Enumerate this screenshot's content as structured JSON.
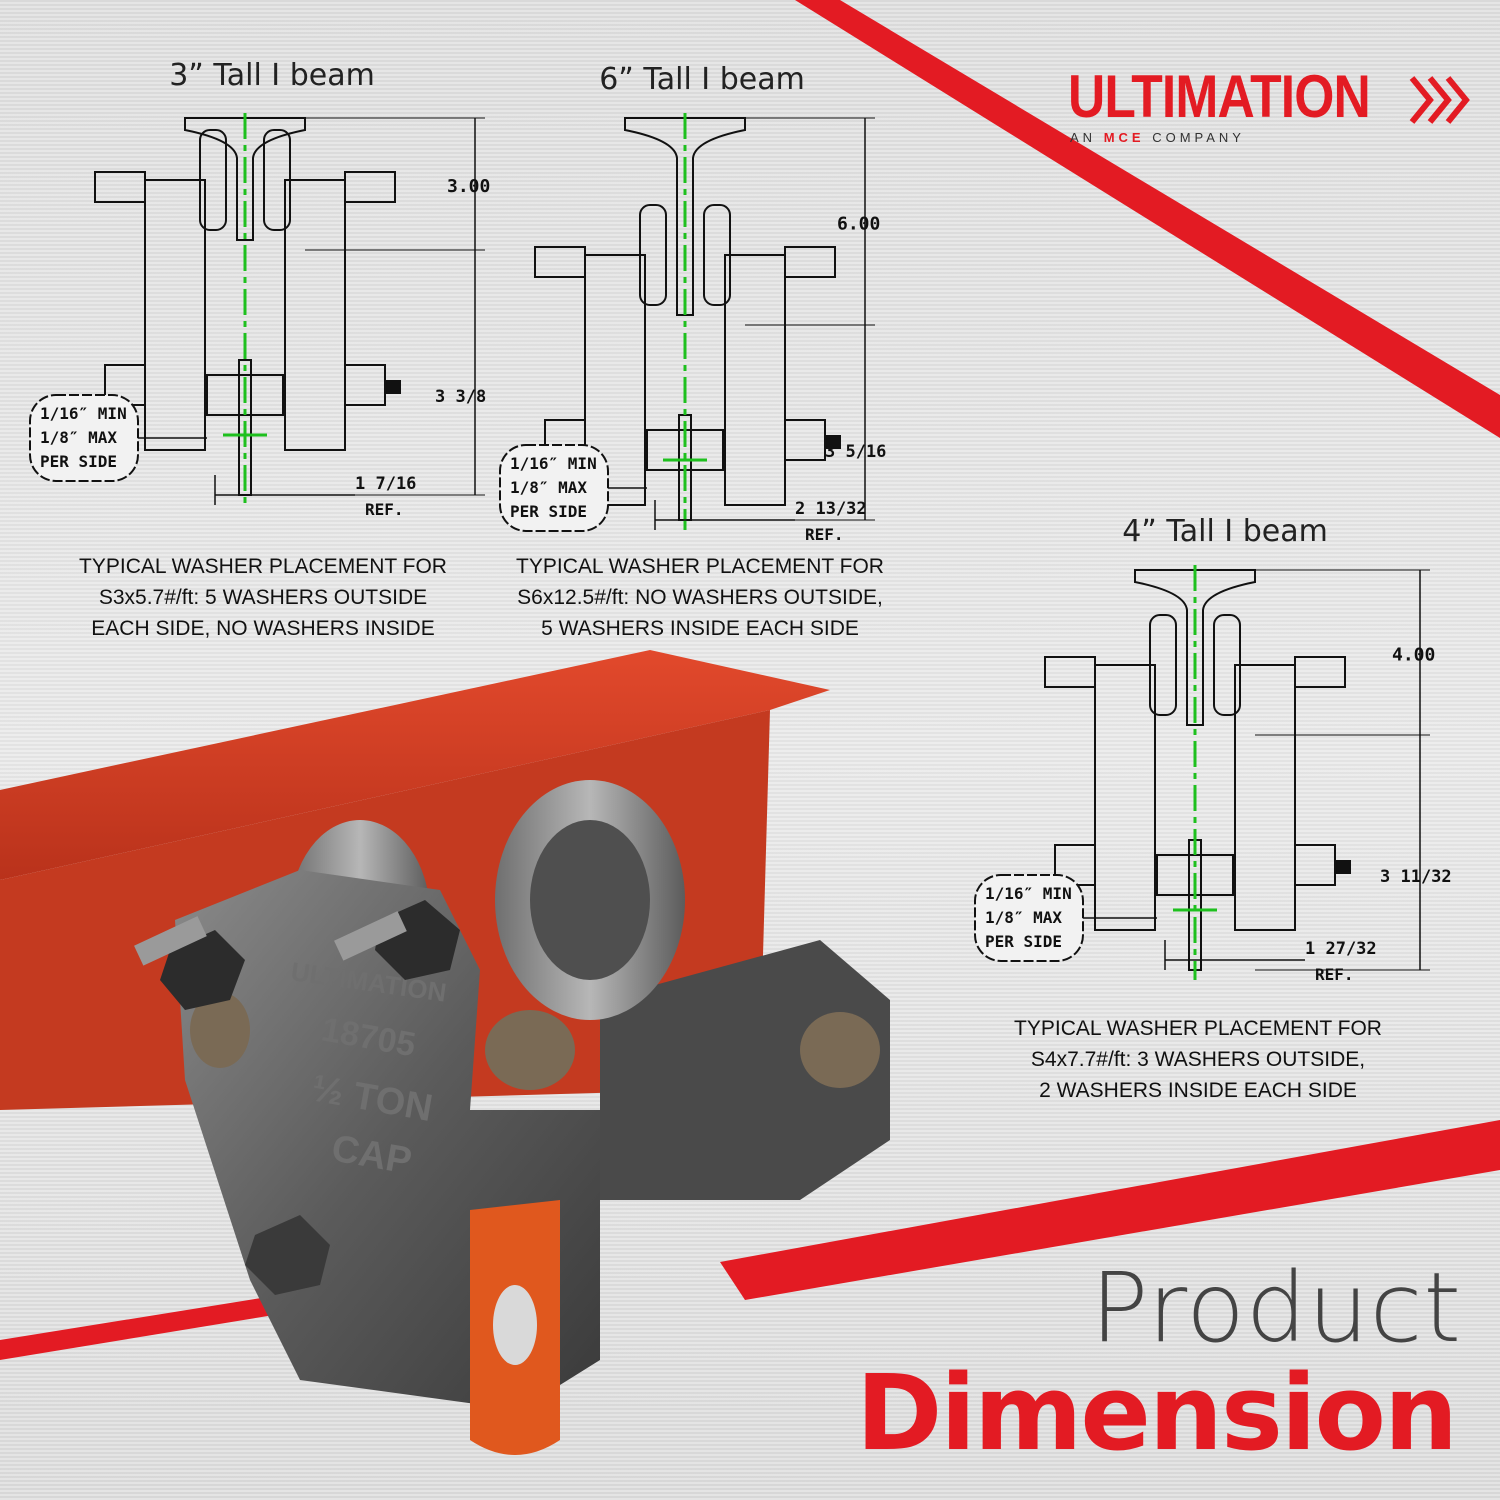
{
  "brand": {
    "name": "ULTIMATION",
    "tagline_prefix": "AN",
    "tagline_brand": "MCE",
    "tagline_suffix": "COMPANY",
    "accent_color": "#e31b23"
  },
  "drawings": [
    {
      "id": "3in",
      "heading": "3” Tall I beam",
      "dim_height": "3.00",
      "dim_lower": "3 3/8",
      "dim_width": "1 7/16",
      "dim_ref": "REF.",
      "gap_note": [
        "1/16″ MIN",
        "1/8″ MAX",
        "PER SIDE"
      ],
      "caption": [
        "TYPICAL WASHER PLACEMENT FOR",
        "S3x5.7#/ft: 5 WASHERS OUTSIDE",
        "EACH SIDE, NO WASHERS INSIDE"
      ]
    },
    {
      "id": "6in",
      "heading": "6” Tall I beam",
      "dim_height": "6.00",
      "dim_lower": "3 5/16",
      "dim_width": "2 13/32",
      "dim_ref": "REF.",
      "gap_note": [
        "1/16″ MIN",
        "1/8″ MAX",
        "PER SIDE"
      ],
      "caption": [
        "TYPICAL WASHER PLACEMENT FOR",
        "S6x12.5#/ft: NO WASHERS OUTSIDE,",
        "5 WASHERS INSIDE EACH SIDE"
      ]
    },
    {
      "id": "4in",
      "heading": "4” Tall I beam",
      "dim_height": "4.00",
      "dim_lower": "3 11/32",
      "dim_width": "1 27/32",
      "dim_ref": "REF.",
      "gap_note": [
        "1/16″ MIN",
        "1/8″ MAX",
        "PER SIDE"
      ],
      "caption": [
        "TYPICAL WASHER PLACEMENT FOR",
        "S4x7.7#/ft: 3 WASHERS OUTSIDE,",
        "2 WASHERS INSIDE EACH SIDE"
      ]
    }
  ],
  "product_photo": {
    "casting_text": [
      "ULTIMATION",
      "18705",
      "½ TON",
      "CAP"
    ]
  },
  "title": {
    "line1": "Product",
    "line2": "Dimension"
  }
}
